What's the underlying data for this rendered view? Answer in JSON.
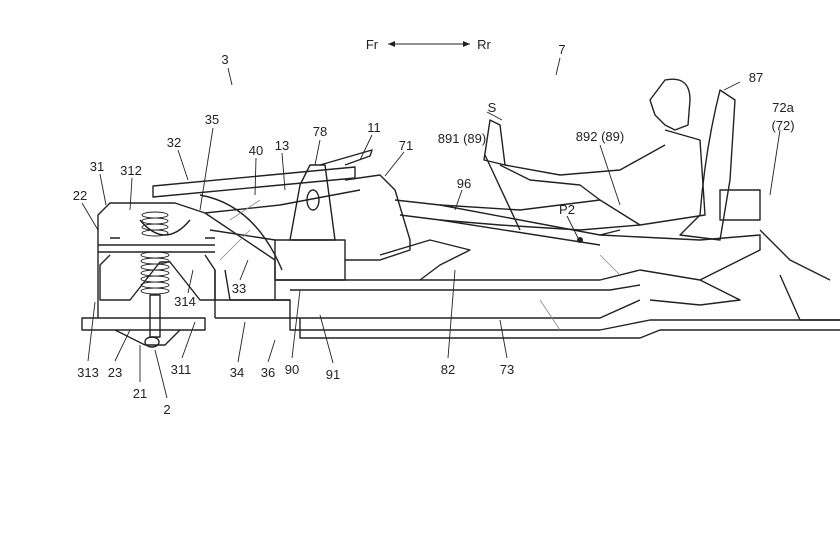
{
  "figure": {
    "direction": {
      "front": "Fr",
      "rear": "Rr"
    },
    "labels": {
      "l3": "3",
      "l7": "7",
      "l87": "87",
      "lS": "S",
      "l891": "891 (89)",
      "l892": "892 (89)",
      "l72a": "72a",
      "l72": "(72)",
      "l35": "35",
      "l32": "32",
      "l11": "11",
      "l78": "78",
      "l13": "13",
      "l40": "40",
      "l71": "71",
      "l31": "31",
      "l312": "312",
      "l22": "22",
      "l96": "96",
      "lP2": "P2",
      "l33": "33",
      "l314": "314",
      "l90": "90",
      "l82": "82",
      "l73": "73",
      "l91": "91",
      "l36": "36",
      "l34": "34",
      "l311": "311",
      "l313": "313",
      "l23": "23",
      "l21": "21",
      "l2": "2"
    }
  }
}
